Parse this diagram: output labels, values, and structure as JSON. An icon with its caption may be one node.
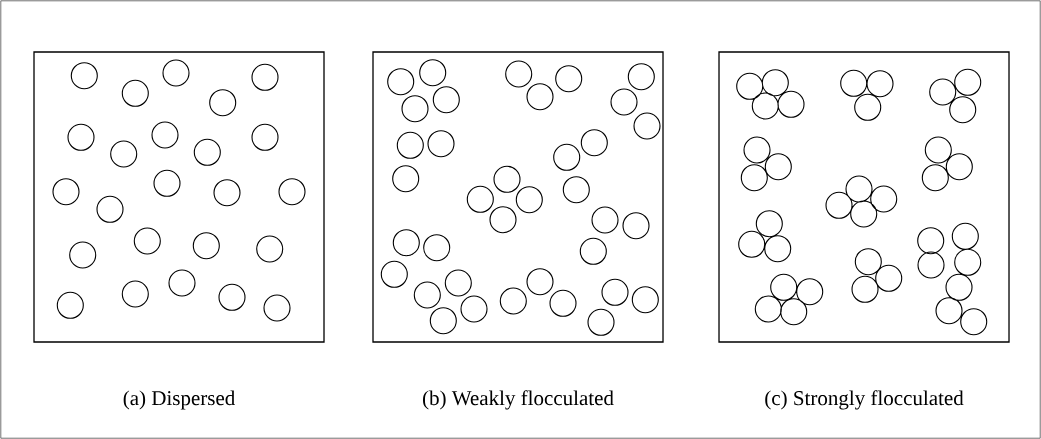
{
  "diagram": {
    "nodes": [
      {
        "text": [
          "(a) Dispersed"
        ]
      },
      {
        "text": [
          "(b) Weakly flocculated"
        ]
      },
      {
        "text": [
          "(c) Strongly flocculated"
        ]
      }
    ]
  }
}
